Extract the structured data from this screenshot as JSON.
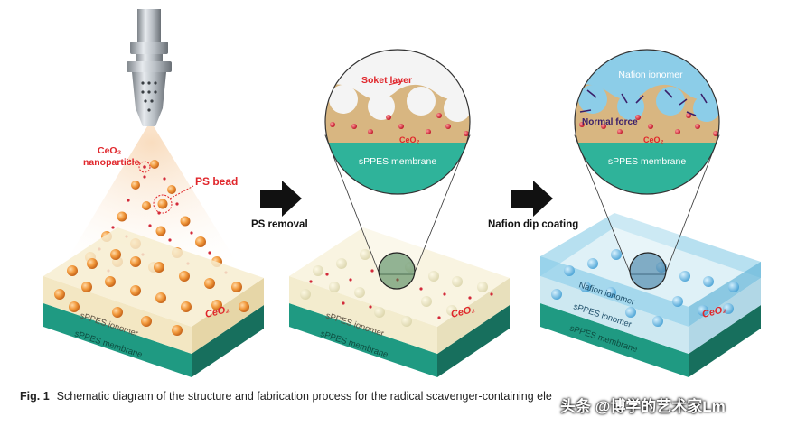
{
  "labels": {
    "ceo2_nanoparticle_line1": "CeO₂",
    "ceo2_nanoparticle_line2": "nanoparticle",
    "ps_bead": "PS bead",
    "ps_removal": "PS removal",
    "nafion_dip_coating": "Nafion dip coating",
    "soket_layer": "Soket layer",
    "ceo2_zoom": "CeO₂",
    "sppes_membrane_zoom_1": "sPPES membrane",
    "sppes_membrane_zoom_2": "sPPES membrane",
    "nafion_ionomer_zoom": "Nafion ionomer",
    "normal_force": "Normal force",
    "ceo2_zoom_2": "CeO₂",
    "sppes_ionomer_1": "sPPES ionomer",
    "sppes_membrane_1": "sPPES membrane",
    "ceo2_block_1": "CeO₂",
    "sppes_ionomer_2": "sPPES ionomer",
    "sppes_membrane_2": "sPPES membrane",
    "ceo2_block_2": "CeO₂",
    "nafion_ionomer_3": "Nafion ionomer",
    "sppes_ionomer_3": "sPPES ionomer",
    "sppes_membrane_3": "sPPES membrane",
    "ceo2_block_3": "CeO₂"
  },
  "caption": {
    "fig_label": "Fig. 1",
    "text": "Schematic diagram of the structure and fabrication process for the radical scavenger-containing ele  "
  },
  "watermark": "头条 @博学的艺术家Lm",
  "colors": {
    "membrane": "#2fb39a",
    "orange_bead": "#f29a3d",
    "red_label": "#e0262b",
    "nafion_blue": "#7cc6e4",
    "tan_layer": "#d8b681"
  }
}
